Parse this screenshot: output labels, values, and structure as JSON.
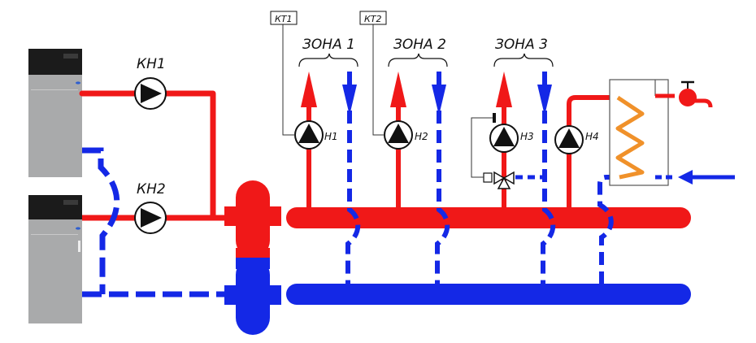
{
  "colors": {
    "supply": "#f01818",
    "return": "#1428e6",
    "coil": "#f0912a",
    "pump_body": "#111111",
    "boiler_body": "#a9aaab",
    "boiler_panel": "#1b1b1b"
  },
  "labels": {
    "pump_kn1": "КН1",
    "pump_kn2": "КН2",
    "pump_h1": "Н1",
    "pump_h2": "Н2",
    "pump_h3": "Н3",
    "pump_h4": "Н4",
    "thermostat_1": "КТ1",
    "thermostat_2": "КТ2",
    "zone_1": "ЗОНА 1",
    "zone_2": "ЗОНА 2",
    "zone_3": "ЗОНА 3"
  },
  "icons": {
    "boilers": "gas-boiler-icon",
    "pumps": "circulation-pump-icon",
    "valve": "three-way-mixing-valve-icon",
    "tap": "water-tap-icon",
    "tank": "indirect-water-heater-icon"
  }
}
